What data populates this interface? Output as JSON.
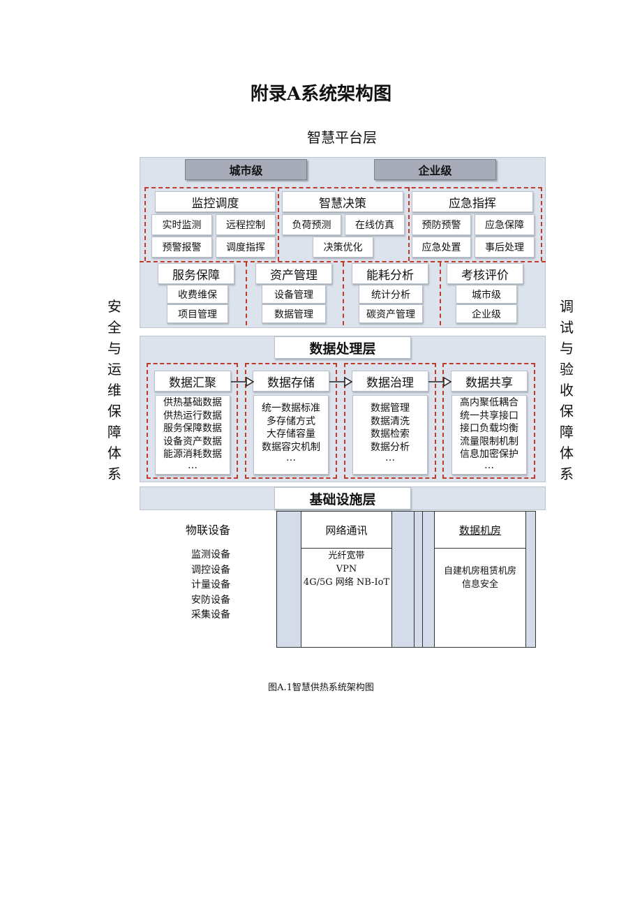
{
  "page_title": "附录A系统架构图",
  "platform_layer_title": "智慧平台层",
  "levels": [
    "城市级",
    "企业级"
  ],
  "groups": {
    "monitor": {
      "title": "监控调度",
      "items": [
        "实时监测",
        "远程控制",
        "预警报警",
        "调度指挥"
      ]
    },
    "decision": {
      "title": "智慧决策",
      "items": [
        "负荷预测",
        "在线仿真",
        "决策优化"
      ]
    },
    "emergency": {
      "title": "应急指挥",
      "items": [
        "预防预警",
        "应急保障",
        "应急处置",
        "事后处理"
      ]
    },
    "service": {
      "title": "服务保障",
      "items": [
        "收费维保",
        "项目管理"
      ]
    },
    "asset": {
      "title": "资产管理",
      "items": [
        "设备管理",
        "数据管理"
      ]
    },
    "energy": {
      "title": "能耗分析",
      "items": [
        "统计分析",
        "碳资产管理"
      ]
    },
    "assess": {
      "title": "考核评价",
      "items": [
        "城市级",
        "企业级"
      ]
    }
  },
  "data_layer": {
    "title": "数据处理层",
    "stages": [
      {
        "title": "数据汇聚",
        "items": [
          "供热基础数据",
          "供热运行数据",
          "服务保障数据",
          "设备资产数据",
          "能源消耗数据",
          "…"
        ]
      },
      {
        "title": "数据存储",
        "items": [
          "统一数据标准",
          "多存储方式",
          "大存储容量",
          "数据容灾机制",
          "…"
        ]
      },
      {
        "title": "数据治理",
        "items": [
          "数据管理",
          "数据清洗",
          "数据检索",
          "数据分析",
          "…"
        ]
      },
      {
        "title": "数据共享",
        "items": [
          "高内聚低耦合",
          "统一共享接口",
          "接口负载均衡",
          "流量限制机制",
          "信息加密保护",
          "…"
        ]
      }
    ]
  },
  "infra_layer": {
    "title": "基础设施层",
    "iot_title": "物联设备",
    "iot_items": [
      "监测设备",
      "调控设备",
      "计量设备",
      "安防设备",
      "采集设备"
    ],
    "network_title": "网络通讯",
    "network_items": [
      "光纤宽带",
      "VPN",
      "4G/5G 网络 NB-IoT"
    ],
    "datacenter_title": "数据机房",
    "datacenter_items": [
      "自建机房租赁机房",
      "信息安全"
    ]
  },
  "side_left": [
    "安",
    "全",
    "与",
    "运",
    "维",
    "保",
    "障",
    "体",
    "系"
  ],
  "side_right": [
    "调",
    "试",
    "与",
    "验",
    "收",
    "保",
    "障",
    "体",
    "系"
  ],
  "caption": "图A.1智慧供热系统架构图"
}
